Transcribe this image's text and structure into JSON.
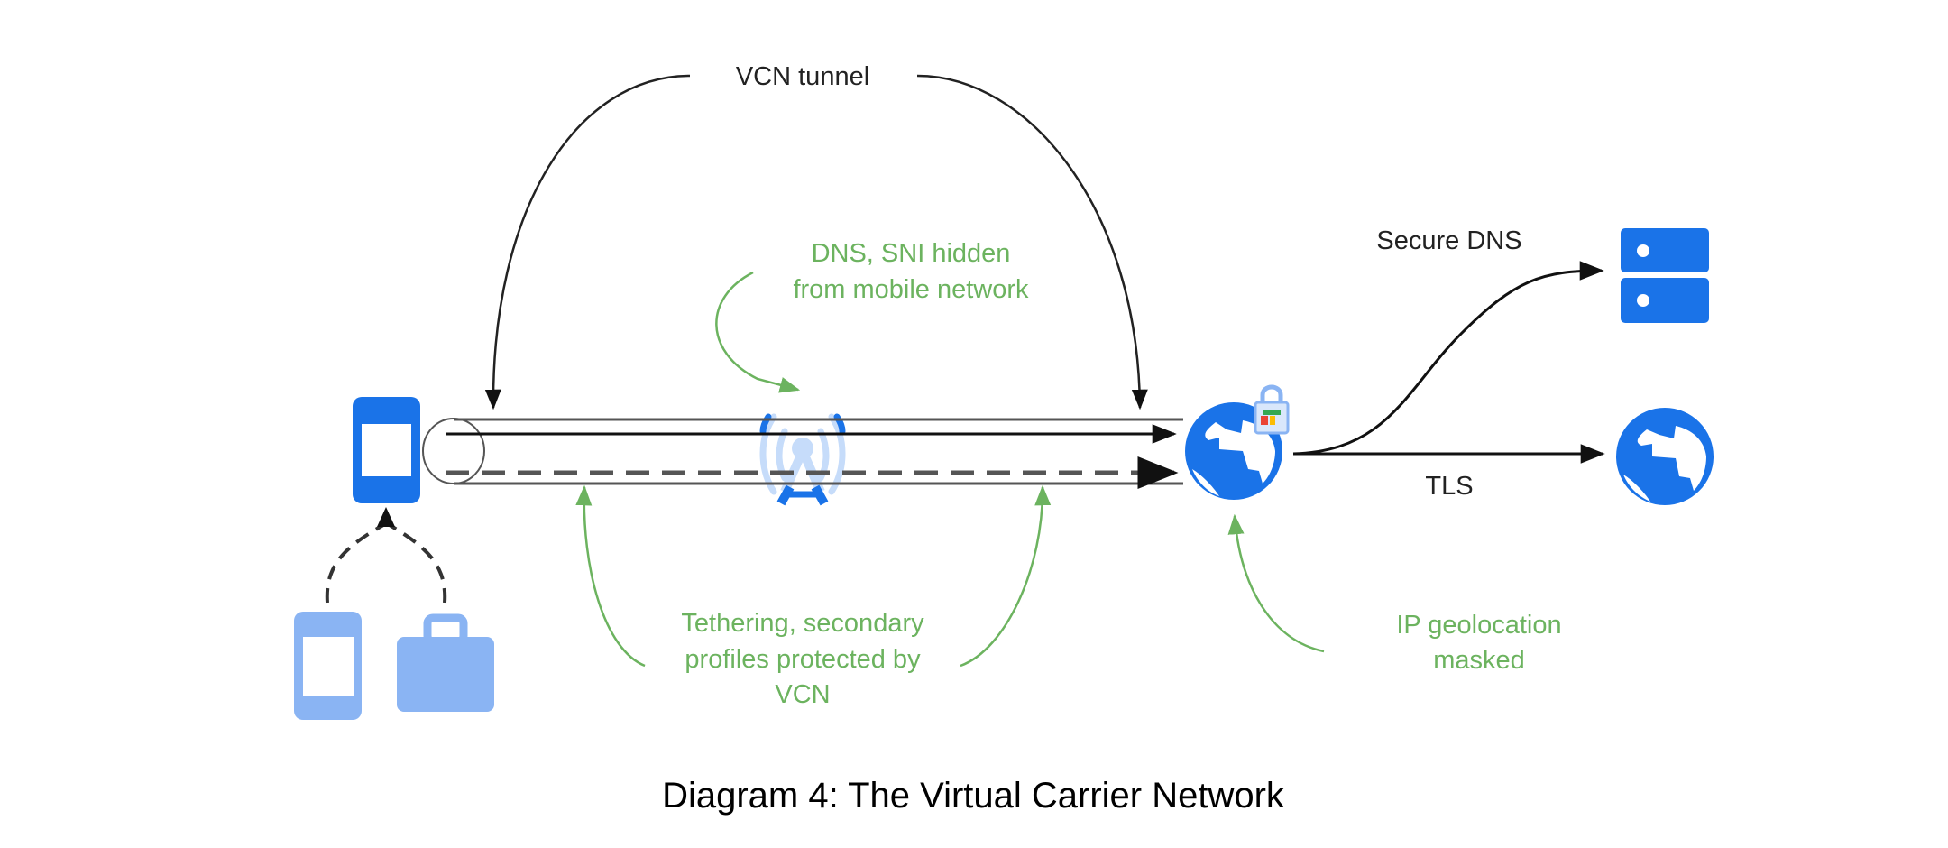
{
  "diagram": {
    "caption": "Diagram 4: The Virtual Carrier Network",
    "labels": {
      "vcn_tunnel": "VCN tunnel",
      "dns_sni_line1": "DNS, SNI hidden",
      "dns_sni_line2": "from mobile network",
      "secure_dns": "Secure DNS",
      "tls": "TLS",
      "tethering_line1": "Tethering, secondary",
      "tethering_line2": "profiles protected by",
      "tethering_line3": "VCN",
      "ip_geo_line1": "IP geolocation",
      "ip_geo_line2": "masked"
    },
    "nodes": [
      {
        "id": "primary-phone",
        "icon": "smartphone-icon"
      },
      {
        "id": "tethered-phone",
        "icon": "smartphone-icon"
      },
      {
        "id": "work-profile",
        "icon": "briefcase-icon"
      },
      {
        "id": "cell-tower",
        "icon": "cell-tower-icon"
      },
      {
        "id": "vcn-gateway",
        "icon": "globe-lock-icon"
      },
      {
        "id": "dns-server",
        "icon": "server-icon"
      },
      {
        "id": "internet",
        "icon": "globe-icon"
      }
    ],
    "colors": {
      "primary_blue": "#1a73e8",
      "light_blue": "#8ab4f3",
      "pale_blue": "#c6dcfa",
      "annotation_green": "#6cb35f",
      "line_black": "#222222"
    }
  }
}
